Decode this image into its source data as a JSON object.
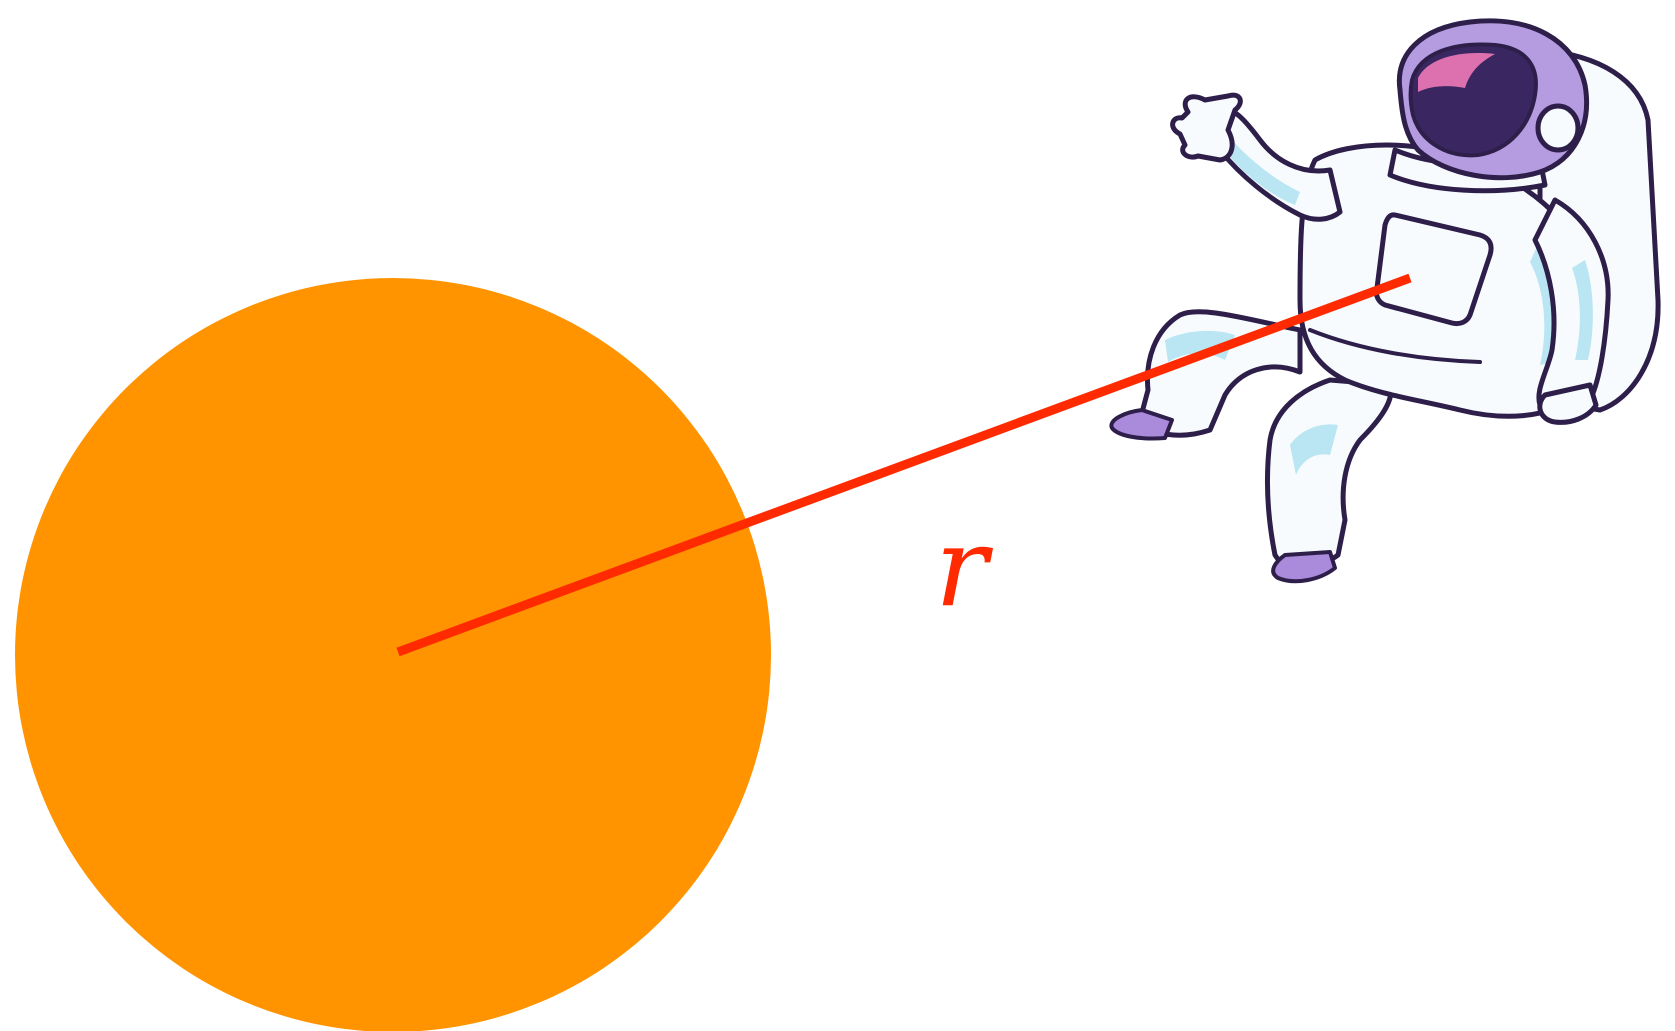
{
  "diagram": {
    "radius_label": "r",
    "colors": {
      "planet": "#FF9300",
      "radius_line": "#FF2A00",
      "label": "#FF2A00",
      "suit": "#F7FBFD",
      "suit_shade": "#B9E6F2",
      "outline": "#2E1F4A",
      "helmet_shell": "#B59BE0",
      "visor": "#3A2660",
      "visor_glow": "#F07AB8",
      "boots": "#A98ADB"
    },
    "icons": {
      "planet": "orange-circle",
      "astronaut": "floating-astronaut"
    }
  }
}
